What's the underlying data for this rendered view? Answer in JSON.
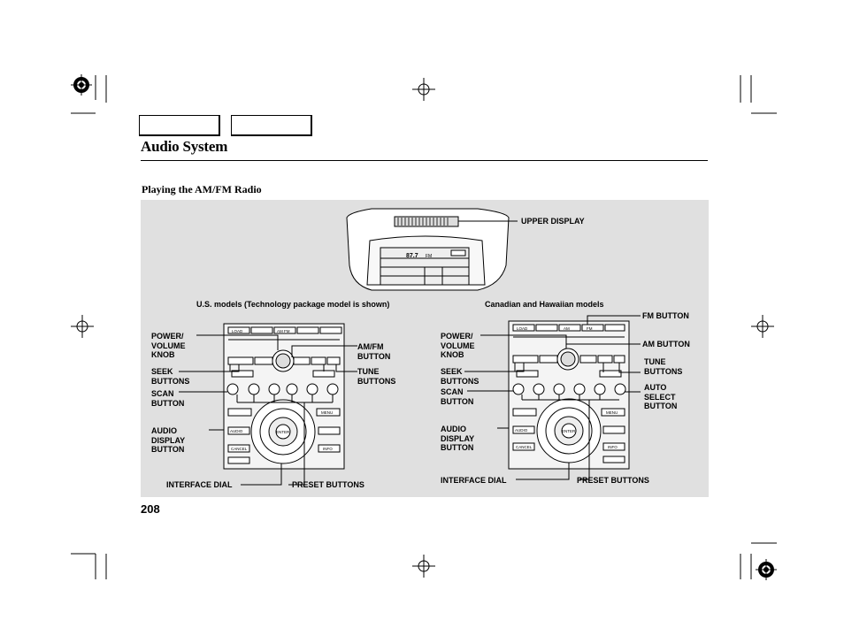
{
  "page": {
    "title": "Audio System",
    "subheading": "Playing the AM/FM Radio",
    "page_number": "208"
  },
  "captions": {
    "us_models": "U.S. models (Technology package model is shown)",
    "canadian_models": "Canadian and Hawaiian models",
    "upper_display": "UPPER DISPLAY"
  },
  "labels_left": {
    "power_volume_knob": "POWER/\nVOLUME\nKNOB",
    "seek_buttons": "SEEK\nBUTTONS",
    "scan_button": "SCAN\nBUTTON",
    "audio_display_button": "AUDIO\nDISPLAY\nBUTTON",
    "interface_dial": "INTERFACE DIAL",
    "am_fm_button": "AM/FM\nBUTTON",
    "tune_buttons": "TUNE\nBUTTONS",
    "preset_buttons": "PRESET BUTTONS"
  },
  "labels_right": {
    "power_volume_knob": "POWER/\nVOLUME\nKNOB",
    "seek_buttons": "SEEK\nBUTTONS",
    "scan_button": "SCAN\nBUTTON",
    "audio_display_button": "AUDIO\nDISPLAY\nBUTTON",
    "interface_dial": "INTERFACE DIAL",
    "fm_button": "FM BUTTON",
    "am_button": "AM BUTTON",
    "tune_buttons": "TUNE\nBUTTONS",
    "auto_select_button": "AUTO\nSELECT\nBUTTON",
    "preset_buttons": "PRESET BUTTONS"
  },
  "device_text": {
    "load": "LOAD",
    "am_fm": "AM FM",
    "am": "AM",
    "fm": "FM",
    "dial": "ENTER",
    "cancel": "CANCEL",
    "info": "INFO",
    "menu": "MENU",
    "audio": "AUDIO",
    "freq": "87.7",
    "band": "FM"
  },
  "colors": {
    "panel_bg": "#e0e0e0",
    "device_face": "#f4f4f4",
    "line": "#000000"
  }
}
